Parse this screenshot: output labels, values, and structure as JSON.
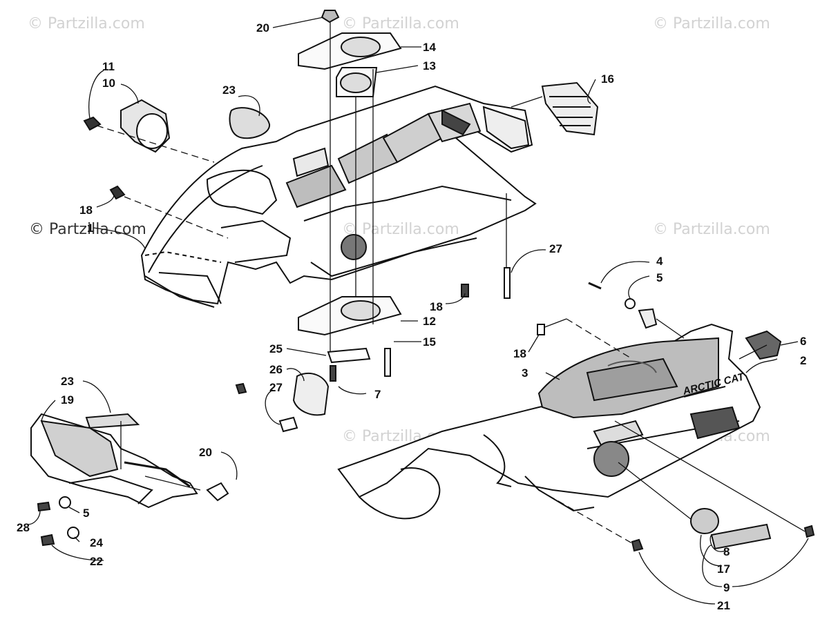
{
  "watermark": {
    "text": "© Partzilla.com"
  },
  "brand_on_part": "ARCTIC CAT",
  "callouts": {
    "c20a": "20",
    "c14": "14",
    "c13": "13",
    "c11": "11",
    "c10": "10",
    "c23a": "23",
    "c16": "16",
    "c18a": "18",
    "c1": "1",
    "c27a": "27",
    "c4": "4",
    "c5a": "5",
    "c18b": "18",
    "c12": "12",
    "c25": "25",
    "c15": "15",
    "c26": "26",
    "c7": "7",
    "c27b": "27",
    "c18c": "18",
    "c6": "6",
    "c3": "3",
    "c2": "2",
    "c23b": "23",
    "c19": "19",
    "c20b": "20",
    "c5b": "5",
    "c28": "28",
    "c24": "24",
    "c22": "22",
    "c8": "8",
    "c17": "17",
    "c9": "9",
    "c21": "21"
  },
  "colors": {
    "line": "#111111",
    "watermark": "#d2d2d2"
  }
}
